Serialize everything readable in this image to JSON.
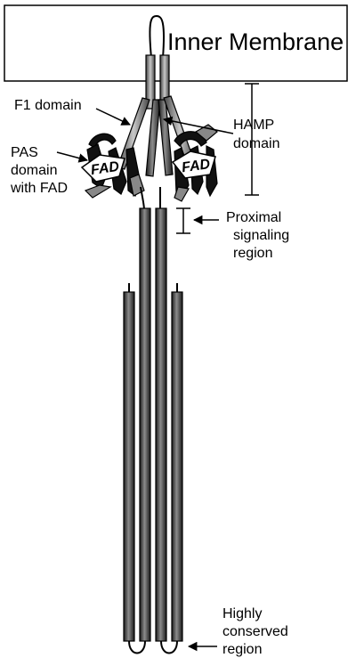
{
  "membrane_label": "Inner Membrane",
  "labels": {
    "f1": "F1 domain",
    "hamp": [
      "HAMP",
      "domain"
    ],
    "pas": [
      "PAS",
      "domain",
      "with FAD"
    ],
    "proximal": [
      "Proximal",
      "signaling",
      "region"
    ],
    "conserved": [
      "Highly",
      "conserved",
      "region"
    ],
    "fad_left": "FAD",
    "fad_right": "FAD"
  },
  "colors": {
    "ink": "#000000",
    "membrane_fill": "#ffffff",
    "domain_gray": "#8a8a8a"
  }
}
